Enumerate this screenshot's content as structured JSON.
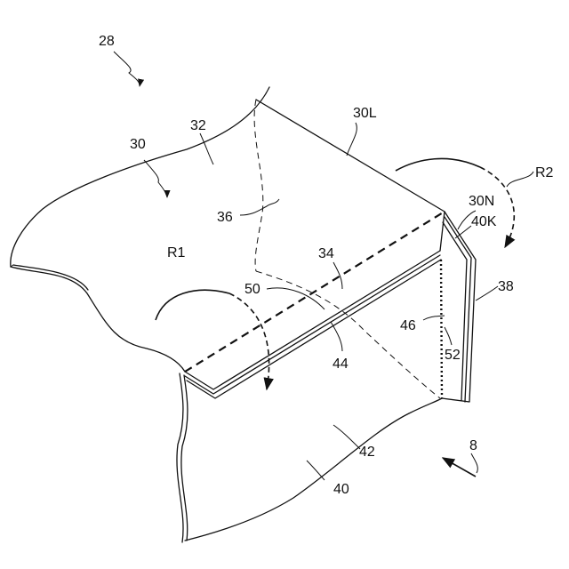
{
  "labels": {
    "l28": "28",
    "l30": "30",
    "l32": "32",
    "l30L": "30L",
    "lR2": "R2",
    "l30N": "30N",
    "l40K": "40K",
    "l36": "36",
    "l34": "34",
    "lR1": "R1",
    "l50": "50",
    "l38": "38",
    "l46": "46",
    "l52": "52",
    "l44": "44",
    "l42": "42",
    "l8": "8",
    "l40": "40"
  }
}
